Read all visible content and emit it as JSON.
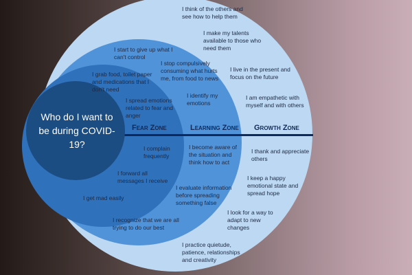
{
  "center_question": "Who do I want to be during COVID-19?",
  "zones": {
    "fear": "Fear Zone",
    "learning": "Learning Zone",
    "growth": "Growth Zone"
  },
  "fear_items": [
    "I grab food, toilet paper and medications that I don't need",
    "I spread emotions related to fear and anger",
    "I complain frequently",
    "I forward all messages I receive",
    "I get mad easily"
  ],
  "learning_items": [
    "I start to give up what I can't control",
    "I stop compulsively consuming what hurts me, from food to news",
    "I identify my emotions",
    "I become aware of the situation and think how to act",
    "I evaluate information before spreading something false",
    "I recognize that we are all trying to do our best"
  ],
  "growth_items": [
    "I think of the others and see how to help them",
    "I make my talents available to those who need them",
    "I live in the present and focus on the future",
    "I am empathetic with myself and with others",
    "I thank and appreciate others",
    "I keep a happy emotional state and spread hope",
    "I look for a way to adapt to new changes",
    "I practice quietude, patience, relationships and creativity"
  ],
  "colors": {
    "growth": "#bdd8f2",
    "learning": "#5193d9",
    "fear": "#2f71bb",
    "core": "#1b4c82",
    "axis": "#0f2a5a"
  }
}
